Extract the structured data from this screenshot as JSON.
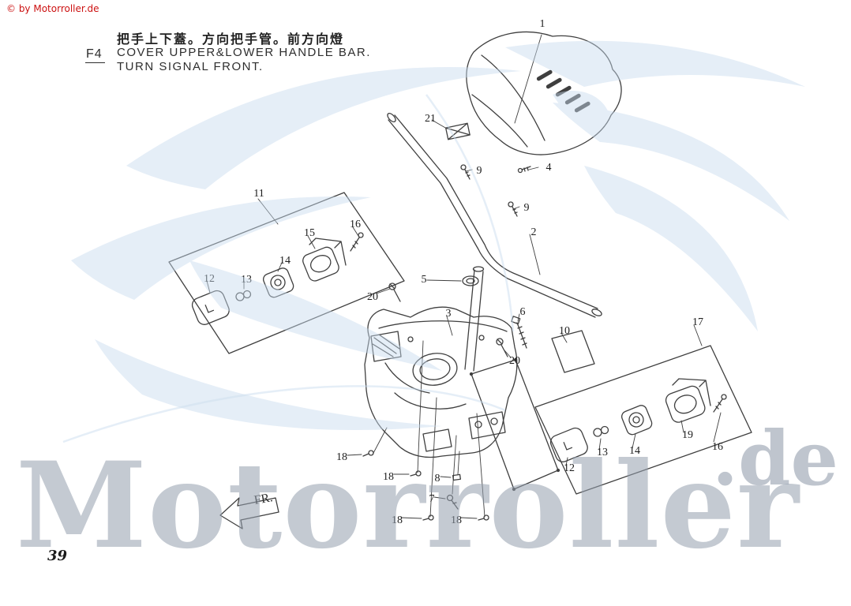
{
  "header": {
    "copyright": "© by Motorroller.de",
    "section_code": "F4",
    "title_zh": "把手上下蓋。方向把手管。前方向燈",
    "title_en1": "COVER UPPER&LOWER HANDLE BAR.",
    "title_en2": "TURN SIGNAL FRONT."
  },
  "footer": {
    "page_number": "39"
  },
  "watermark": {
    "text": "Motorroller",
    "suffix": ".de",
    "eagle_blue": "#c7daed",
    "text_gray": "#949fad"
  },
  "diagram": {
    "fr_label": "FR.",
    "line_color": "#3f3f3f",
    "copyright_red": "#cc1111",
    "callouts": [
      "1",
      "21",
      "4",
      "9",
      "9",
      "2",
      "11",
      "15",
      "16",
      "14",
      "13",
      "12",
      "5",
      "20",
      "3",
      "6",
      "10",
      "17",
      "20",
      "18",
      "18",
      "8",
      "7",
      "18",
      "18",
      "12",
      "13",
      "14",
      "19",
      "16"
    ]
  }
}
